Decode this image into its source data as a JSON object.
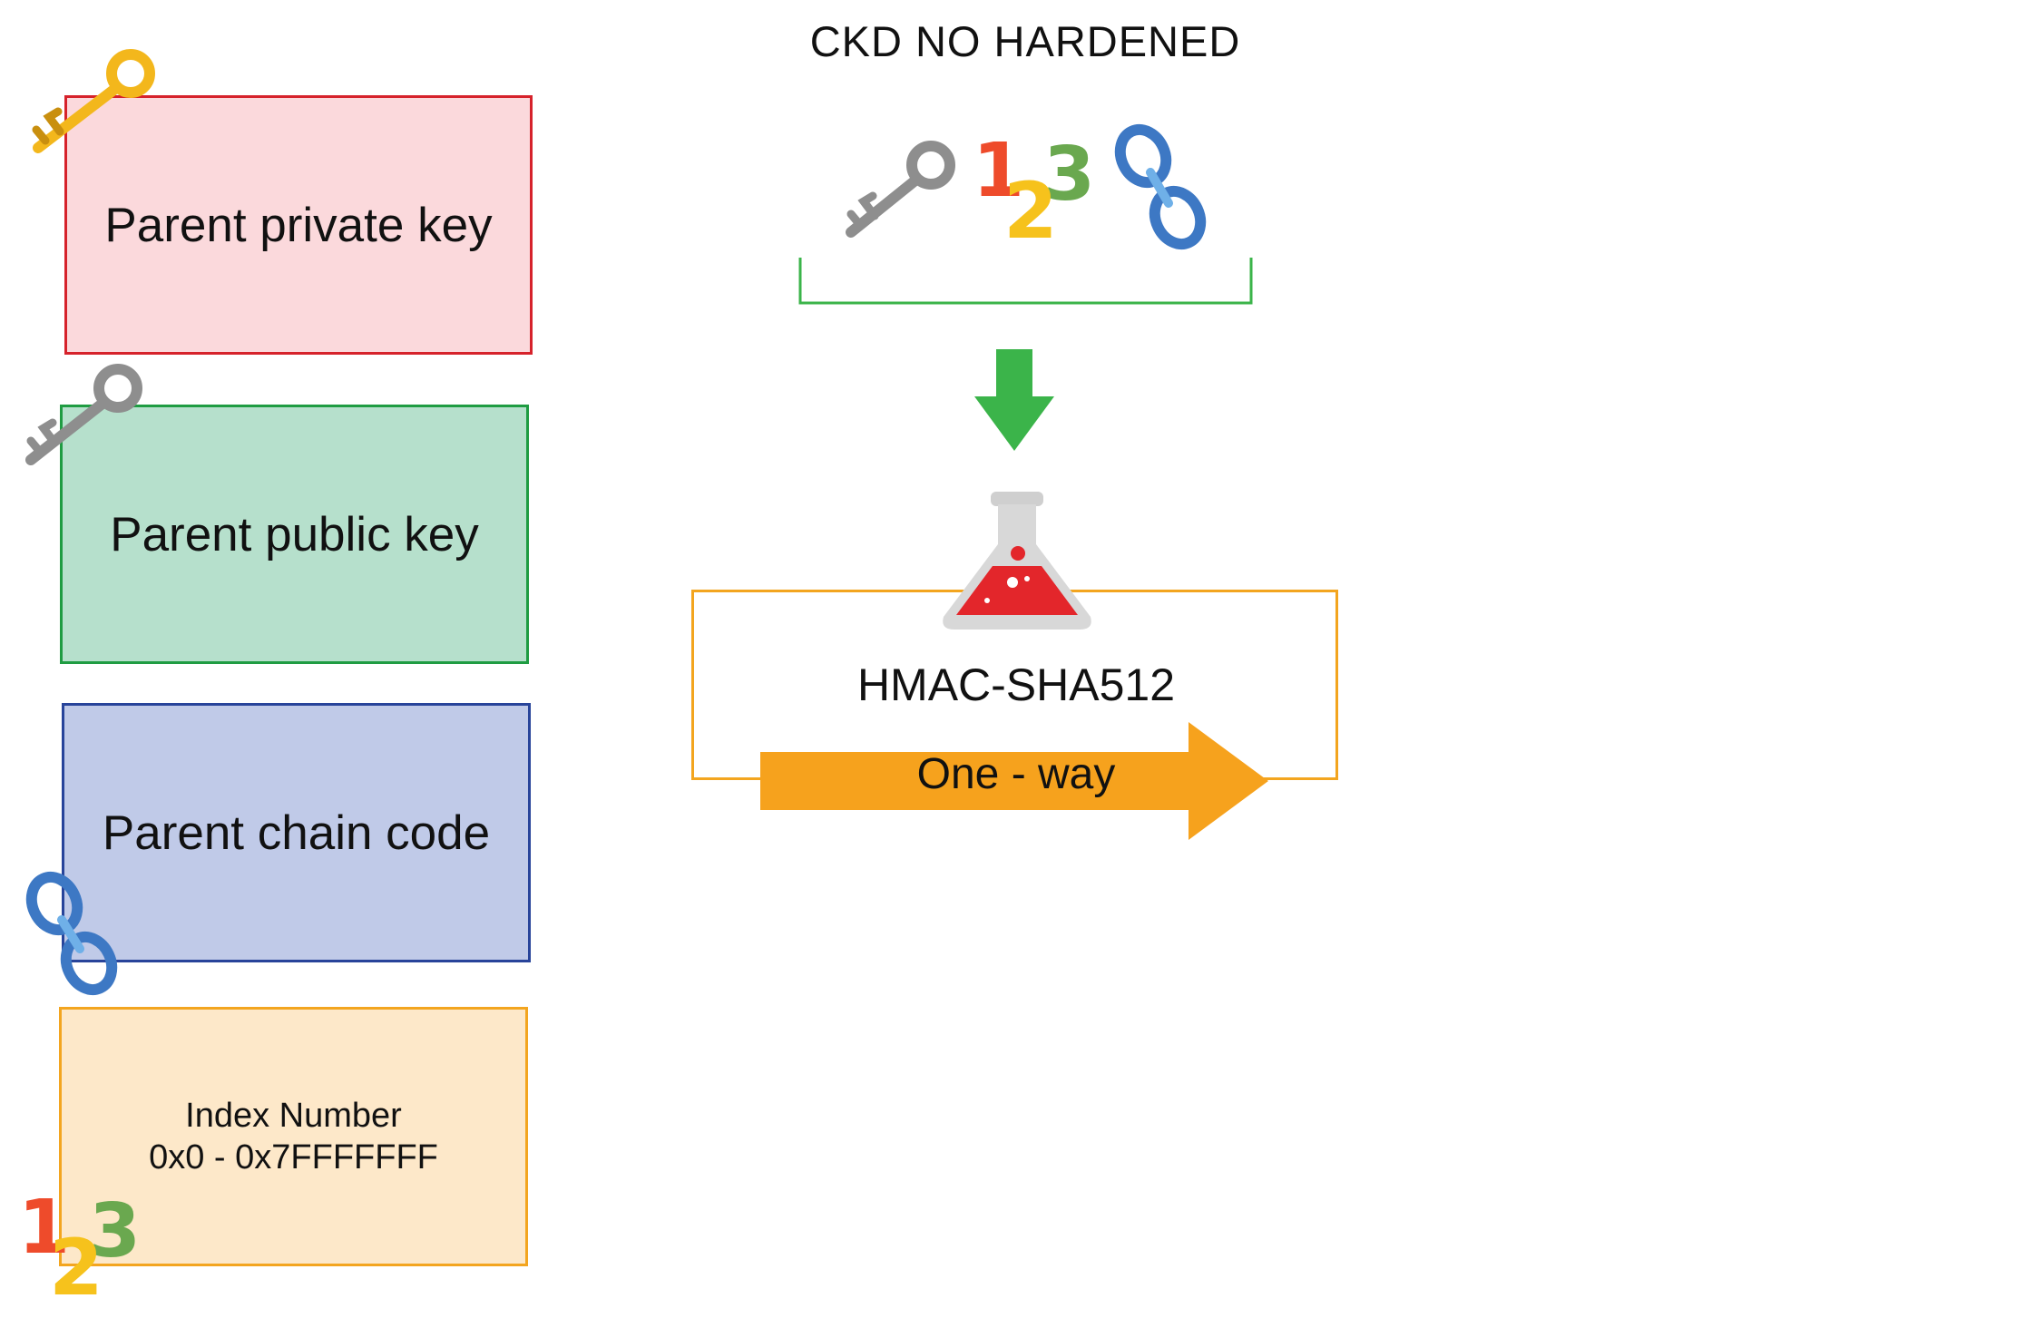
{
  "title": "CKD NO HARDENED",
  "boxes": {
    "private_key": {
      "label": "Parent private key"
    },
    "public_key": {
      "label": "Parent public key"
    },
    "chain_code": {
      "label": "Parent chain code"
    },
    "index": {
      "label_line1": "Index Number",
      "label_line2": "0x0 - 0x7FFFFFFF"
    }
  },
  "process": {
    "function_label": "HMAC-SHA512",
    "arrow_label": "One - way"
  },
  "colors": {
    "private_key_fill": "#fbd9dc",
    "private_key_border": "#d6222b",
    "public_key_fill": "#b6e0cc",
    "public_key_border": "#1f9c42",
    "chain_code_fill": "#c0cae8",
    "chain_code_border": "#28449a",
    "index_fill": "#fde8c9",
    "index_border": "#f3a51f",
    "down_arrow": "#3bb44a",
    "one_way_arrow": "#f6a21d",
    "bracket": "#3bb44a",
    "process_border": "#f3a51f"
  },
  "icons": [
    "gold-key-icon",
    "gray-key-icon",
    "chain-link-icon",
    "numbers-123-icon",
    "flask-icon",
    "down-arrow-icon",
    "one-way-arrow-icon"
  ]
}
